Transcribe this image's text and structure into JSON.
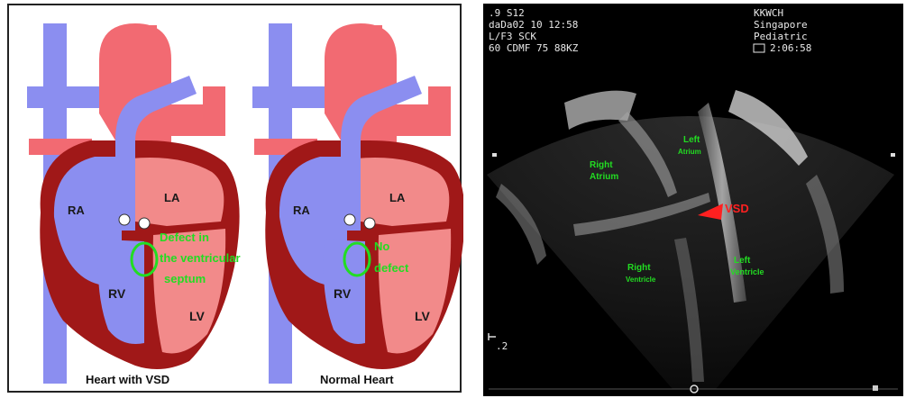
{
  "left_panel": {
    "vsd_heart": {
      "labels": {
        "ra": "RA",
        "la": "LA",
        "rv": "RV",
        "lv": "LV"
      },
      "annotation": [
        "Defect in",
        "the ventricular",
        "septum"
      ],
      "caption": "Heart with VSD"
    },
    "normal_heart": {
      "labels": {
        "ra": "RA",
        "la": "LA",
        "rv": "RV",
        "lv": "LV"
      },
      "annotation": [
        "No",
        "defect"
      ],
      "caption": "Normal Heart"
    },
    "colors": {
      "vessel_blue": "#8b8ef0",
      "vessel_red": "#f26a72",
      "chamber_pink": "#f28a8a",
      "wall": "#a01818",
      "annotation_green": "#22dd22"
    }
  },
  "right_panel": {
    "overlay": {
      "top_left": [
        ".9  S12",
        "daDa02   10 12:58",
        "L/F3     SCK",
        " 60 CDMF 75   88KZ"
      ],
      "top_right": [
        "KKWCH",
        "Singapore",
        "Pediatric",
        "2:06:58"
      ],
      "bottom_left": ".2"
    },
    "labels": {
      "right_atrium": [
        "Right",
        "Atrium"
      ],
      "left_atrium": [
        "Left",
        "Atrium"
      ],
      "right_ventricle": [
        "Right",
        "Ventricle"
      ],
      "left_ventricle": [
        "Left",
        "Ventricle"
      ],
      "vsd": "VSD"
    },
    "colors": {
      "label_green": "#22dd22",
      "vsd_red": "#ff2020"
    }
  }
}
